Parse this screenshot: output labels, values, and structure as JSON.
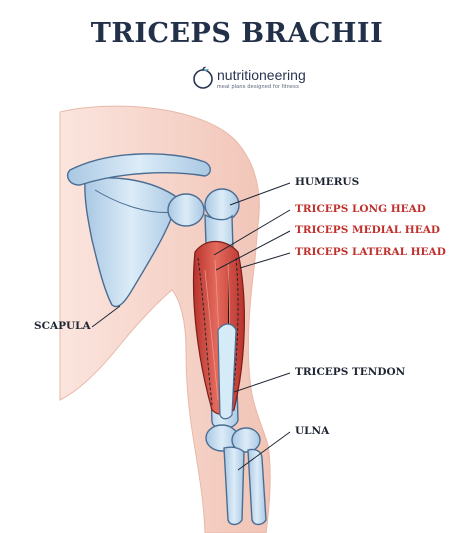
{
  "title": "TRICEPS BRACHII",
  "brand": {
    "name": "nutritioneering",
    "tagline": "meal plans designed for fitness",
    "logo_icon": "apple-logo-icon"
  },
  "labels": {
    "humerus": "HUMERUS",
    "long_head": "TRICEPS LONG HEAD",
    "medial_head": "TRICEPS MEDIAL HEAD",
    "lateral_head": "TRICEPS LATERAL HEAD",
    "scapula": "SCAPULA",
    "tendon": "TRICEPS TENDON",
    "ulna": "ULNA"
  },
  "colors": {
    "title": "#23304a",
    "label_dark": "#1f2633",
    "label_red": "#c0302c",
    "skin": "#f6d6cc",
    "bone": "#cfe3f3",
    "muscle": "#d9544a"
  }
}
